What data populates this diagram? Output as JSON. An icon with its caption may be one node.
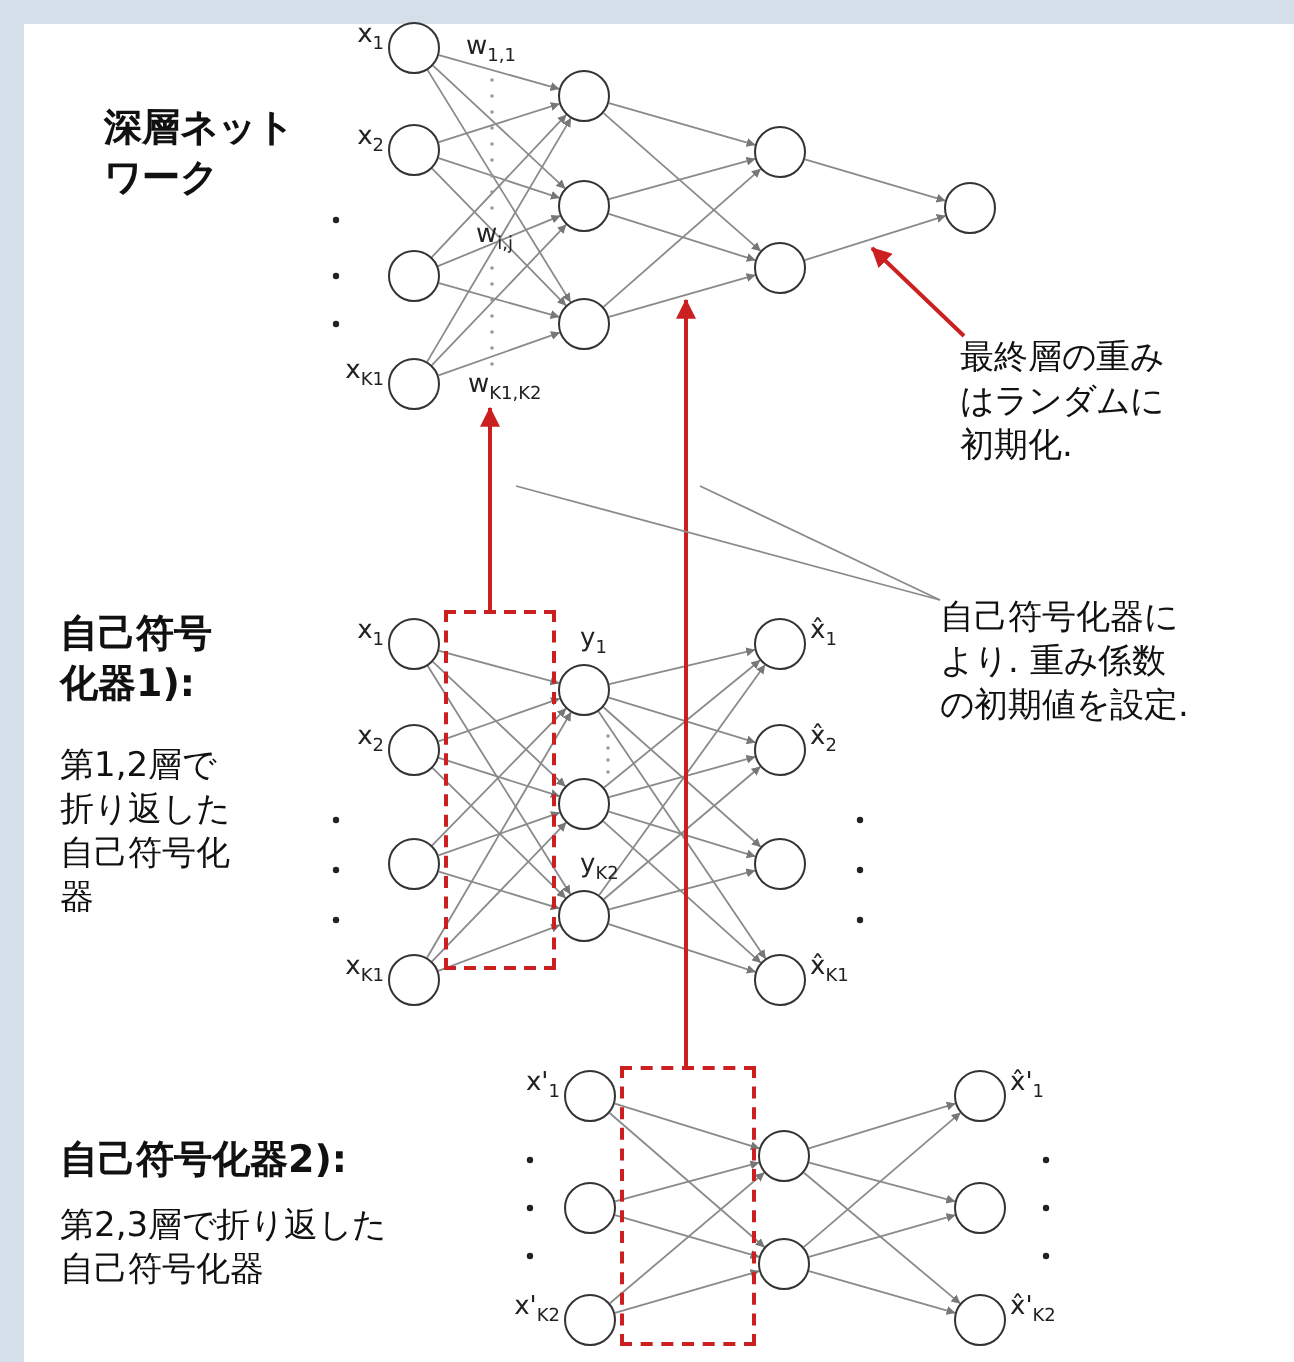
{
  "diagram": {
    "nodes": [
      {
        "text": [],
        "shape": "circle",
        "beside": [
          "x$_{1}$"
        ]
      },
      {
        "text": [],
        "shape": "circle",
        "beside": [
          "x$_{2}$"
        ]
      },
      {
        "text": [],
        "shape": "circle"
      },
      {
        "text": [],
        "shape": "circle",
        "beside": [
          "x$_{K1}$"
        ]
      },
      {
        "text": [],
        "shape": "circle"
      },
      {
        "text": [],
        "shape": "circle"
      },
      {
        "text": [],
        "shape": "circle"
      },
      {
        "text": [],
        "shape": "circle"
      },
      {
        "text": [],
        "shape": "circle"
      },
      {
        "text": [],
        "shape": "circle"
      },
      {
        "text": [
          "最終層の重みはランダムに初期化."
        ]
      },
      {
        "text": [
          "自己符号化器により. 重み係数の初期値を設定."
        ]
      },
      {
        "text": [],
        "shape": "circle",
        "beside": [
          "x$_{1}$"
        ]
      },
      {
        "text": [],
        "shape": "circle",
        "beside": [
          "x$_{2}$"
        ]
      },
      {
        "text": [],
        "shape": "circle"
      },
      {
        "text": [],
        "shape": "circle",
        "beside": [
          "x$_{K1}$"
        ]
      },
      {
        "text": [],
        "shape": "circle",
        "beside": [
          "y$_{1}$"
        ]
      },
      {
        "text": [],
        "shape": "circle"
      },
      {
        "text": [],
        "shape": "circle",
        "beside": [
          "y$_{K2}$"
        ]
      },
      {
        "text": [],
        "shape": "circle",
        "beside": [
          "x̂$_{1}$"
        ]
      },
      {
        "text": [],
        "shape": "circle",
        "beside": [
          "x̂$_{2}$"
        ]
      },
      {
        "text": [],
        "shape": "circle"
      },
      {
        "text": [],
        "shape": "circle",
        "beside": [
          "x̂$_{K1}$"
        ]
      },
      {
        "text": [],
        "shape": "circle",
        "beside": [
          "x'$_{1}$"
        ]
      },
      {
        "text": [],
        "shape": "circle"
      },
      {
        "text": [],
        "shape": "circle",
        "beside": [
          "x'$_{K2}$"
        ]
      },
      {
        "text": [],
        "shape": "circle"
      },
      {
        "text": [],
        "shape": "circle"
      },
      {
        "text": [],
        "shape": "circle",
        "beside": [
          "x̂'$_{1}$"
        ]
      },
      {
        "text": [],
        "shape": "circle"
      },
      {
        "text": [],
        "shape": "circle",
        "beside": [
          "x̂'$_{K2}$"
        ]
      },
      {
        "text": [
          "w$_{K1,K2}$"
        ]
      },
      {
        "text": [],
        "shape": "bar"
      }
    ],
    "edges": [
      {
        "from": 0,
        "to": 4,
        "arrow": "to"
      },
      {
        "from": 0,
        "to": 5,
        "arrow": "to"
      },
      {
        "from": 0,
        "to": 6,
        "arrow": "to"
      },
      {
        "from": 1,
        "to": 4,
        "arrow": "to"
      },
      {
        "from": 1,
        "to": 5,
        "arrow": "to"
      },
      {
        "from": 1,
        "to": 6,
        "arrow": "to"
      },
      {
        "from": 2,
        "to": 4,
        "arrow": "to"
      },
      {
        "from": 2,
        "to": 5,
        "arrow": "to"
      },
      {
        "from": 2,
        "to": 6,
        "arrow": "to"
      },
      {
        "from": 3,
        "to": 4,
        "arrow": "to"
      },
      {
        "from": 3,
        "to": 5,
        "arrow": "to"
      },
      {
        "from": 3,
        "to": 6,
        "arrow": "to"
      },
      {
        "from": 4,
        "to": 7,
        "arrow": "to"
      },
      {
        "from": 4,
        "to": 8,
        "arrow": "to"
      },
      {
        "from": 5,
        "to": 7,
        "arrow": "to"
      },
      {
        "from": 5,
        "to": 8,
        "arrow": "to"
      },
      {
        "from": 6,
        "to": 7,
        "arrow": "to"
      },
      {
        "from": 6,
        "to": 8,
        "arrow": "to"
      },
      {
        "from": 7,
        "to": 9,
        "arrow": "to"
      },
      {
        "from": 8,
        "to": 9,
        "arrow": "to"
      },
      {
        "from": 12,
        "to": 16,
        "arrow": "to"
      },
      {
        "from": 12,
        "to": 17,
        "arrow": "to"
      },
      {
        "from": 12,
        "to": 18,
        "arrow": "to"
      },
      {
        "from": 13,
        "to": 16,
        "arrow": "to"
      },
      {
        "from": 13,
        "to": 17,
        "arrow": "to"
      },
      {
        "from": 13,
        "to": 18,
        "arrow": "to"
      },
      {
        "from": 14,
        "to": 16,
        "arrow": "to"
      },
      {
        "from": 14,
        "to": 17,
        "arrow": "to"
      },
      {
        "from": 14,
        "to": 18,
        "arrow": "to"
      },
      {
        "from": 15,
        "to": 16,
        "arrow": "to"
      },
      {
        "from": 15,
        "to": 17,
        "arrow": "to"
      },
      {
        "from": 15,
        "to": 18,
        "arrow": "to"
      },
      {
        "from": 16,
        "to": 19,
        "arrow": "to"
      },
      {
        "from": 16,
        "to": 20,
        "arrow": "to"
      },
      {
        "from": 16,
        "to": 21,
        "arrow": "to"
      },
      {
        "from": 16,
        "to": 22,
        "arrow": "to"
      },
      {
        "from": 17,
        "to": 19,
        "arrow": "to"
      },
      {
        "from": 17,
        "to": 20,
        "arrow": "to"
      },
      {
        "from": 17,
        "to": 21,
        "arrow": "to"
      },
      {
        "from": 17,
        "to": 22,
        "arrow": "to"
      },
      {
        "from": 18,
        "to": 19,
        "arrow": "to"
      },
      {
        "from": 18,
        "to": 20,
        "arrow": "to"
      },
      {
        "from": 18,
        "to": 21,
        "arrow": "to"
      },
      {
        "from": 18,
        "to": 22,
        "arrow": "to"
      },
      {
        "from": 23,
        "to": 26,
        "arrow": "to"
      },
      {
        "from": 23,
        "to": 27,
        "arrow": "to"
      },
      {
        "from": 24,
        "to": 26,
        "arrow": "to"
      },
      {
        "from": 24,
        "to": 27,
        "arrow": "to"
      },
      {
        "from": 25,
        "to": 26,
        "arrow": "to"
      },
      {
        "from": 25,
        "to": 27,
        "arrow": "to"
      },
      {
        "from": 26,
        "to": 28,
        "arrow": "to"
      },
      {
        "from": 26,
        "to": 29,
        "arrow": "to"
      },
      {
        "from": 26,
        "to": 30,
        "arrow": "to"
      },
      {
        "from": 27,
        "to": 28,
        "arrow": "to"
      },
      {
        "from": 27,
        "to": 29,
        "arrow": "to"
      },
      {
        "from": 27,
        "to": 30,
        "arrow": "to"
      },
      {
        "from": null,
        "to": 31,
        "arrow": "to",
        "color": "#cc1f1f"
      },
      {
        "from": 32,
        "to": null,
        "arrow": "to",
        "color": "#cc1f1f"
      },
      {
        "from": 10,
        "to": null,
        "arrow": "to",
        "color": "#cc1f1f"
      },
      {
        "from": 11,
        "to": null,
        "arrow": "none"
      },
      {
        "from": 11,
        "to": null,
        "arrow": "none"
      }
    ],
    "labels": [
      "深層ネットワーク",
      "w$_{1,1}$",
      "w$_{i,j}$",
      "自己符号化器1):",
      "第1,2層で折り返した自己符号化器",
      "自己符号化器2):",
      "第2,3層で折り返した自己符号化器"
    ]
  }
}
